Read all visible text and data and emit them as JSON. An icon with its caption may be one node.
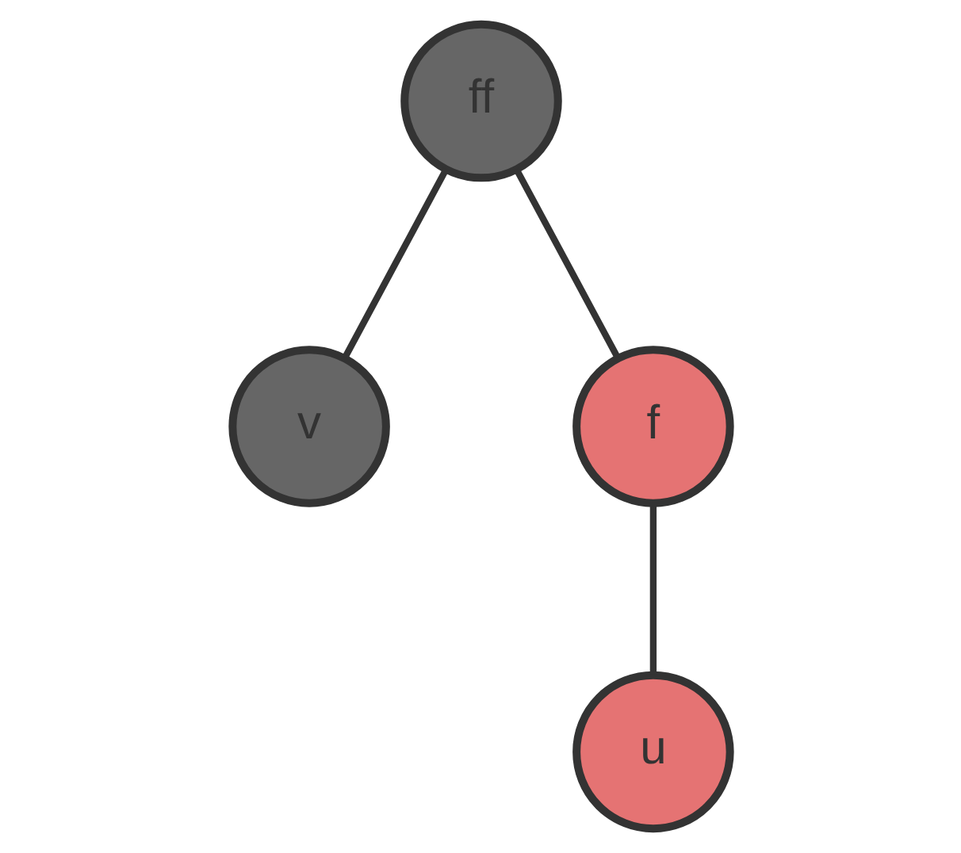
{
  "diagram": {
    "nodes": [
      {
        "text": [
          "ff"
        ]
      },
      {
        "text": [
          "v"
        ]
      },
      {
        "text": [
          "f"
        ]
      },
      {
        "text": [
          "u"
        ]
      }
    ],
    "edges": [
      {
        "from": 0,
        "to": 1,
        "arrow": "none"
      },
      {
        "from": 0,
        "to": 2,
        "arrow": "none"
      },
      {
        "from": 2,
        "to": 3,
        "arrow": "none"
      }
    ]
  }
}
